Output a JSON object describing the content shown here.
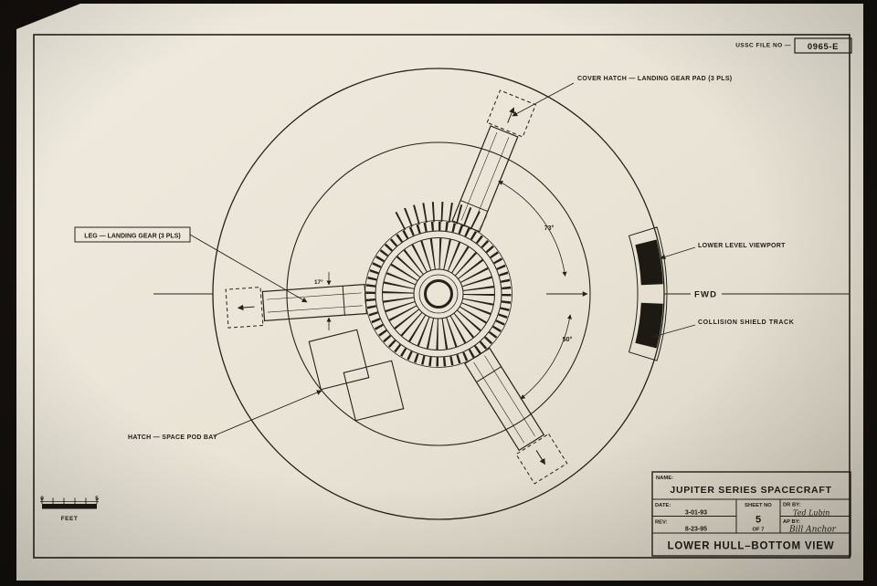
{
  "header": {
    "file_label": "USSC FILE NO —",
    "file_value": "0965-E"
  },
  "callouts": {
    "cover_hatch": "COVER HATCH — LANDING GEAR PAD (3 PLS)",
    "landing_leg": "LEG — LANDING GEAR (3 PLS)",
    "viewport": "LOWER LEVEL VIEWPORT",
    "collision_track": "COLLISION SHIELD TRACK",
    "pod_bay": "HATCH — SPACE POD BAY",
    "fwd": "FWD"
  },
  "dims": {
    "angle_upper": "73°",
    "angle_lower": "50°",
    "angle_leg": "17°"
  },
  "scale": {
    "zero": "0",
    "five": "5",
    "unit": "FEET"
  },
  "title_block": {
    "name_label": "NAME:",
    "name": "JUPITER SERIES SPACECRAFT",
    "date_label": "DATE:",
    "date": "3-01-93",
    "rev_label": "REV:",
    "rev": "8-23-95",
    "sheet_label": "SHEET NO",
    "sheet_no": "5",
    "sheet_of": "OF 7",
    "drawn_label": "DR BY:",
    "drawn_by": "Ted Lubin",
    "approved_label": "AP BY:",
    "approved_by": "Bill Anchor",
    "drawing_title": "LOWER HULL–BOTTOM VIEW"
  }
}
